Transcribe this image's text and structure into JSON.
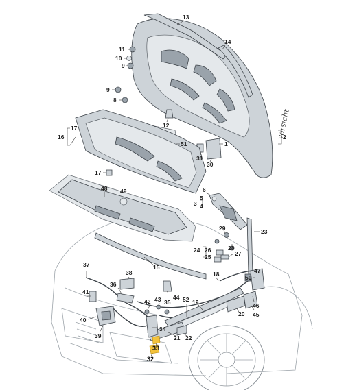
{
  "diagram": {
    "emblem_text": "vorsicht",
    "labels": [
      {
        "id": "13",
        "text": "13"
      },
      {
        "id": "14",
        "text": "14"
      },
      {
        "id": "11",
        "text": "11"
      },
      {
        "id": "10",
        "text": "10"
      },
      {
        "id": "9a",
        "text": "9"
      },
      {
        "id": "9b",
        "text": "9"
      },
      {
        "id": "8",
        "text": "8"
      },
      {
        "id": "12",
        "text": "12"
      },
      {
        "id": "2",
        "text": "2"
      },
      {
        "id": "1",
        "text": "1"
      },
      {
        "id": "51",
        "text": "51"
      },
      {
        "id": "31",
        "text": "31"
      },
      {
        "id": "30",
        "text": "30"
      },
      {
        "id": "17a",
        "text": "17"
      },
      {
        "id": "16",
        "text": "16"
      },
      {
        "id": "17b",
        "text": "17"
      },
      {
        "id": "48",
        "text": "48"
      },
      {
        "id": "49",
        "text": "49"
      },
      {
        "id": "6",
        "text": "6"
      },
      {
        "id": "5",
        "text": "5"
      },
      {
        "id": "3",
        "text": "3"
      },
      {
        "id": "4",
        "text": "4"
      },
      {
        "id": "29",
        "text": "29"
      },
      {
        "id": "23",
        "text": "23"
      },
      {
        "id": "28",
        "text": "28"
      },
      {
        "id": "24",
        "text": "24"
      },
      {
        "id": "26",
        "text": "26"
      },
      {
        "id": "25",
        "text": "25"
      },
      {
        "id": "27",
        "text": "27"
      },
      {
        "id": "15",
        "text": "15"
      },
      {
        "id": "37",
        "text": "37"
      },
      {
        "id": "38",
        "text": "38"
      },
      {
        "id": "36",
        "text": "36"
      },
      {
        "id": "41",
        "text": "41"
      },
      {
        "id": "44",
        "text": "44"
      },
      {
        "id": "42",
        "text": "42"
      },
      {
        "id": "43",
        "text": "43"
      },
      {
        "id": "35",
        "text": "35"
      },
      {
        "id": "52",
        "text": "52"
      },
      {
        "id": "19",
        "text": "19"
      },
      {
        "id": "18",
        "text": "18"
      },
      {
        "id": "50",
        "text": "50"
      },
      {
        "id": "47",
        "text": "47"
      },
      {
        "id": "40",
        "text": "40"
      },
      {
        "id": "39",
        "text": "39"
      },
      {
        "id": "34",
        "text": "34"
      },
      {
        "id": "21",
        "text": "21"
      },
      {
        "id": "22",
        "text": "22"
      },
      {
        "id": "20",
        "text": "20"
      },
      {
        "id": "46",
        "text": "46"
      },
      {
        "id": "45",
        "text": "45"
      },
      {
        "id": "33",
        "text": "33"
      },
      {
        "id": "32",
        "text": "32"
      }
    ],
    "highlight_color": "#f3c23a"
  }
}
